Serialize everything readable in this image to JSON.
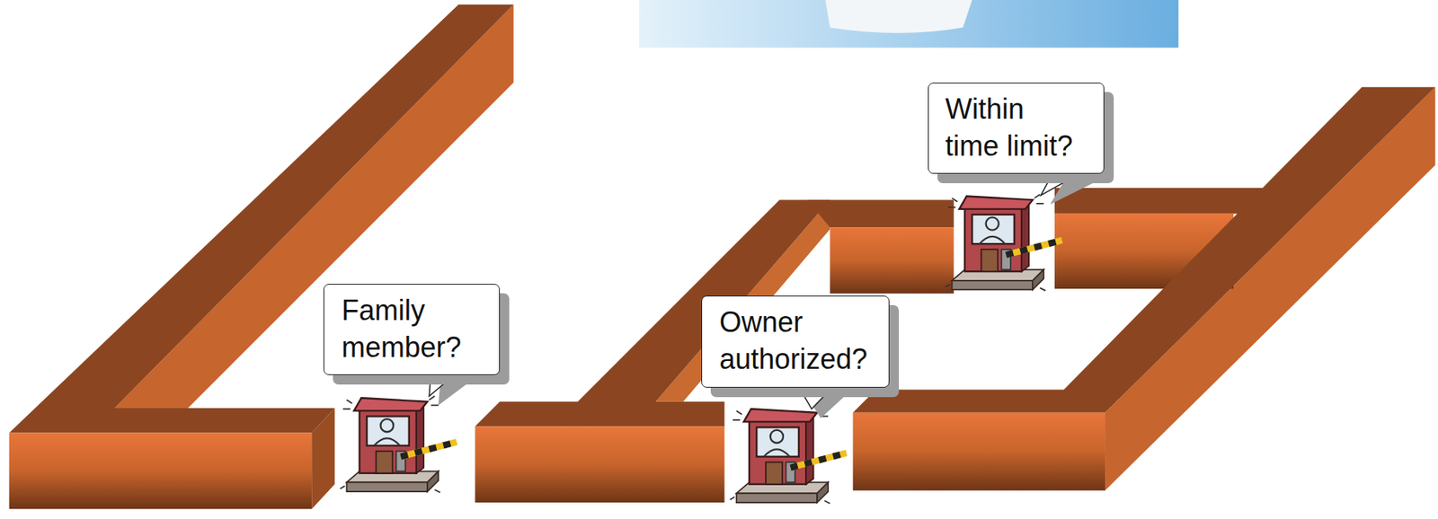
{
  "diagram": {
    "nodes": [
      {
        "text": [
          "Family member?"
        ]
      },
      {
        "text": [
          "Owner authorized?"
        ]
      },
      {
        "text": [
          "Within time limit?"
        ]
      }
    ]
  }
}
